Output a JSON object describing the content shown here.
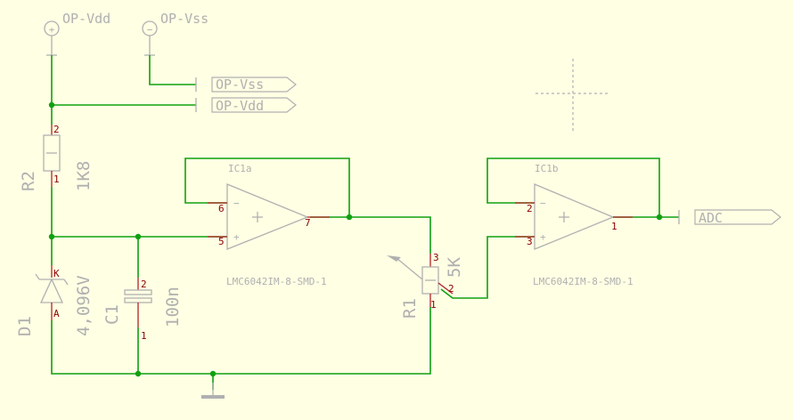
{
  "supplies": {
    "vdd": {
      "symbol": "+",
      "label": "OP-Vdd"
    },
    "vss": {
      "symbol": "−",
      "label": "OP-Vss"
    }
  },
  "net_labels": {
    "vss": "OP-Vss",
    "vdd": "OP-Vdd",
    "adc": "ADC"
  },
  "components": {
    "r2": {
      "ref": "R2",
      "value": "1K8",
      "pin_top": "2",
      "pin_bottom": "1"
    },
    "d1": {
      "ref": "D1",
      "value": "4,096V",
      "pin_k": "K",
      "pin_a": "A"
    },
    "c1": {
      "ref": "C1",
      "value": "100n",
      "pin_top": "2",
      "pin_bottom": "1"
    },
    "r1": {
      "ref": "R1",
      "value": "5K",
      "pin_top": "3",
      "pin_wiper": "2",
      "pin_bottom": "1"
    },
    "ic1a": {
      "ref": "IC1a",
      "part": "LMC6042IM-8-SMD-1",
      "pin_inv": "6",
      "pin_noninv": "5",
      "pin_out": "7",
      "minus": "−",
      "plus": "+"
    },
    "ic1b": {
      "ref": "IC1b",
      "part": "LMC6042IM-8-SMD-1",
      "pin_inv": "2",
      "pin_noninv": "3",
      "pin_out": "1",
      "minus": "−",
      "plus": "+"
    }
  },
  "colors": {
    "background": "#ffffe4",
    "wire": "#10a010",
    "symbol": "#b0b0b0",
    "pin_text": "#8b0000",
    "pin_line": "#b22222"
  }
}
